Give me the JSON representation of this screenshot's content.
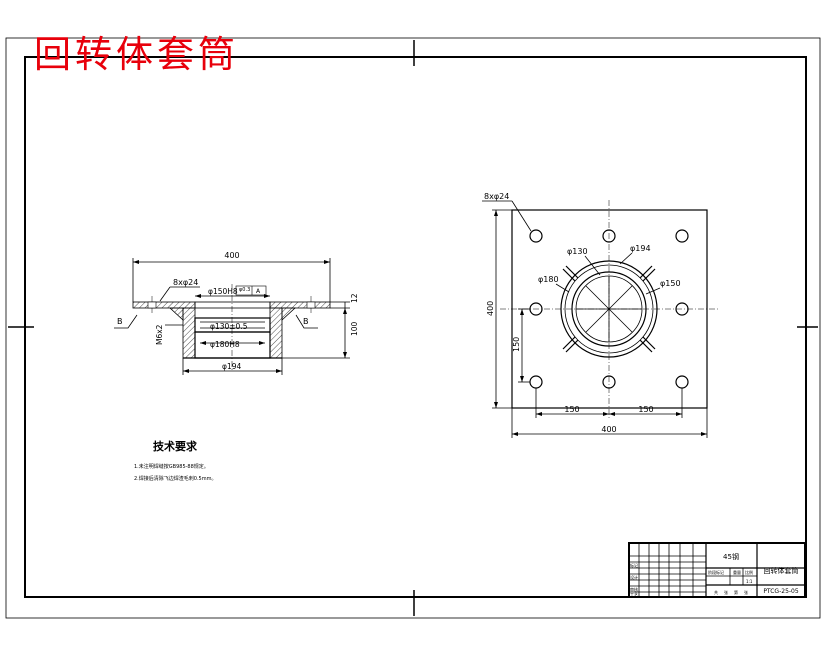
{
  "title": "回转体套筒",
  "section_view": {
    "dim_top_width": "400",
    "hole_callout": "8xφ24",
    "bore_upper": "φ150H8",
    "tol_note": "φ0.3",
    "tol_letter": "A",
    "bore_mid": "φ130±0.5",
    "bore_lower": "φ180H8",
    "outer_dia": "φ194",
    "thread": "M6x2",
    "dim_height": "100",
    "dim_flange": "12",
    "section_mark_left": "B",
    "section_mark_right": "B"
  },
  "plan_view": {
    "hole_callout": "8xφ24",
    "dia_130": "φ130",
    "dia_194": "φ194",
    "dia_180": "φ180",
    "dia_150": "φ150",
    "dim_height": "400",
    "dim_half_v": "150",
    "dim_half_h1": "150",
    "dim_half_h2": "150",
    "dim_width": "400"
  },
  "notes": {
    "heading": "技术要求",
    "items": [
      "1.未注明焊缝按GB985-88规定。",
      "2.焊接后清除飞边焊渣毛刺0.5mm。"
    ]
  },
  "title_block": {
    "material": "45钢",
    "part_name": "回转体套筒",
    "drawing_no": "PTCG-25-05",
    "scale_label": "比例",
    "scale": "1:1",
    "row_labels": [
      "标记",
      "设计",
      "审核",
      "工艺"
    ],
    "stage_headers": [
      "阶段标记",
      "重量",
      "比例"
    ],
    "sheet_info": [
      "共",
      "张",
      "第",
      "张"
    ]
  }
}
